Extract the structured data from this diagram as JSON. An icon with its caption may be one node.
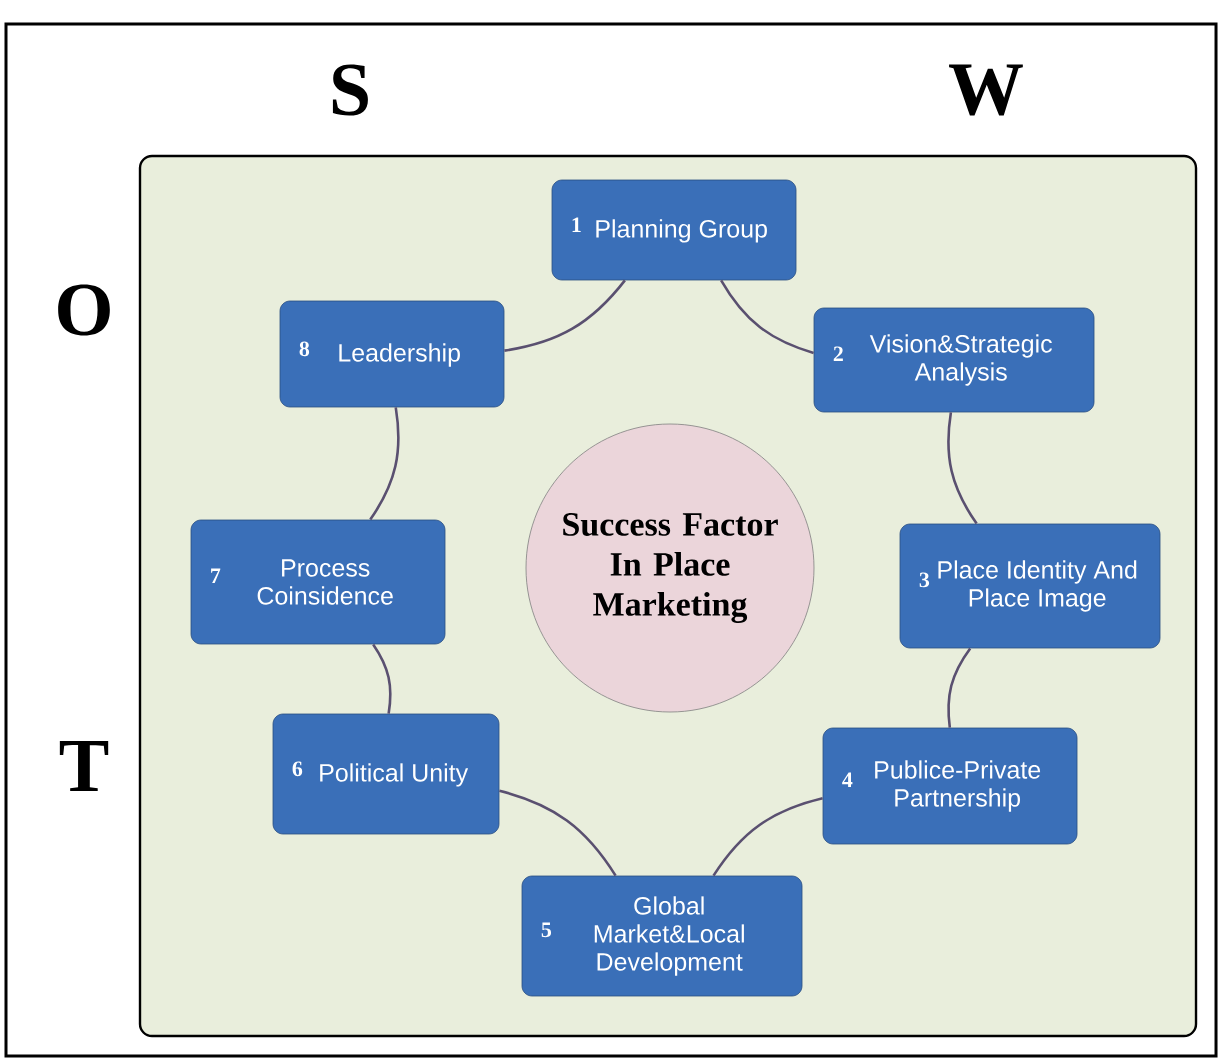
{
  "diagram": {
    "nodes": [
      {
        "text": [
          "Success Factor In Place Marketing"
        ]
      },
      {
        "text": [
          "1",
          "Planning Group"
        ]
      },
      {
        "text": [
          "2",
          "Vision&Strategic Analysis"
        ]
      },
      {
        "text": [
          "3",
          "Place Identity And Place Image"
        ]
      },
      {
        "text": [
          "4",
          "Publice-Private Partnership"
        ]
      },
      {
        "text": [
          "5",
          "Global Market&Local Development"
        ]
      },
      {
        "text": [
          "6",
          "Political Unity"
        ]
      },
      {
        "text": [
          "7",
          "Process Coinsidence"
        ]
      },
      {
        "text": [
          "8",
          "Leadership"
        ]
      }
    ],
    "edges": [
      {
        "from": 1,
        "to": 2,
        "arrow": "none"
      },
      {
        "from": 2,
        "to": 3,
        "arrow": "none"
      },
      {
        "from": 3,
        "to": 4,
        "arrow": "none"
      },
      {
        "from": 4,
        "to": 5,
        "arrow": "none"
      },
      {
        "from": 5,
        "to": 6,
        "arrow": "none"
      },
      {
        "from": 6,
        "to": 7,
        "arrow": "none"
      },
      {
        "from": 7,
        "to": 8,
        "arrow": "none"
      },
      {
        "from": 8,
        "to": 1,
        "arrow": "none"
      }
    ],
    "labels": [
      "S",
      "W",
      "O",
      "T"
    ]
  }
}
